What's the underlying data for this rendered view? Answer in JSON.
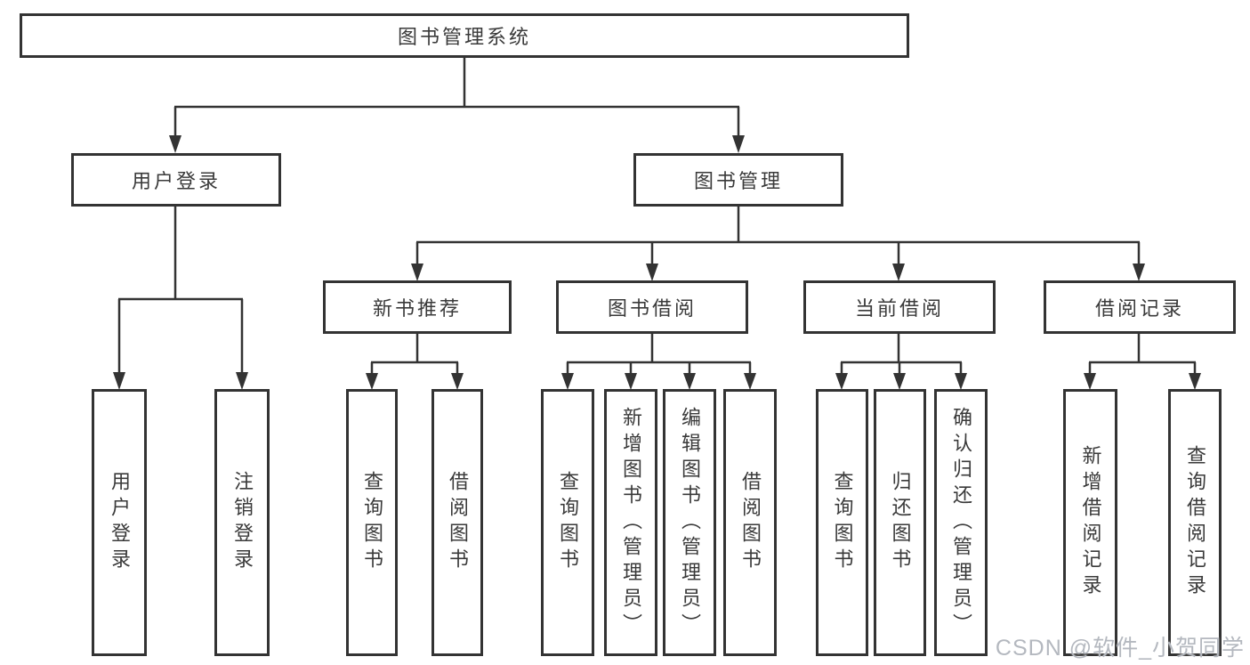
{
  "diagram": {
    "root": "图书管理系统",
    "branches": [
      {
        "label": "用户登录",
        "children": [
          "用户登录",
          "注销登录"
        ]
      },
      {
        "label": "图书管理",
        "groups": [
          {
            "label": "新书推荐",
            "children": [
              "查询图书",
              "借阅图书"
            ]
          },
          {
            "label": "图书借阅",
            "children": [
              "查询图书",
              "新增图书（管理员）",
              "编辑图书（管理员）",
              "借阅图书"
            ]
          },
          {
            "label": "当前借阅",
            "children": [
              "查询图书",
              "归还图书",
              "确认归还（管理员）"
            ]
          },
          {
            "label": "借阅记录",
            "children": [
              "新增借阅记录",
              "查询借阅记录"
            ]
          }
        ]
      }
    ]
  },
  "watermark": "CSDN @软件_小贺同学",
  "colors": {
    "line": "#333333",
    "border": "#333333",
    "text": "#3a3a3a",
    "background": "#ffffff",
    "watermark": "#b4b8bf"
  }
}
